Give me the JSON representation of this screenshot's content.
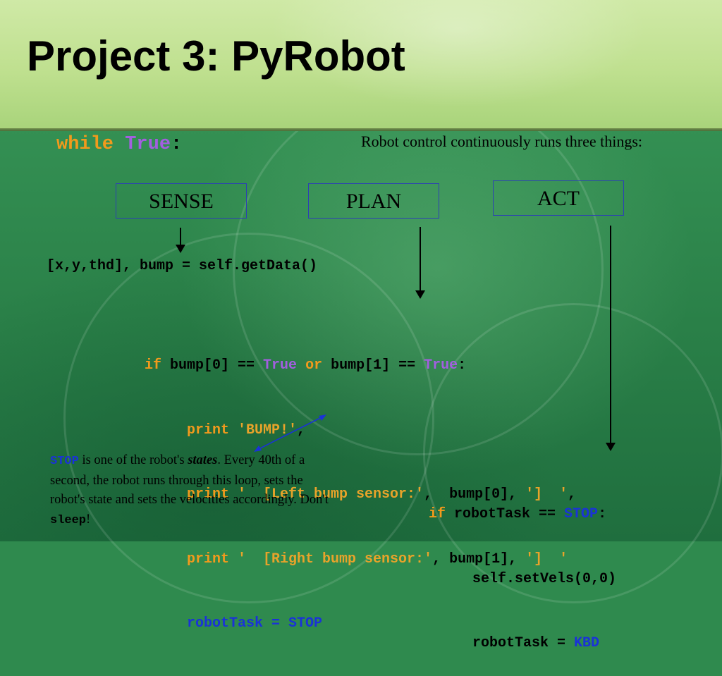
{
  "slide": {
    "title": "Project 3: PyRobot",
    "while_keyword": "while",
    "while_true": "True",
    "while_colon": ":",
    "intro_text": "Robot control continuously runs three things:",
    "boxes": {
      "sense": "SENSE",
      "plan": "PLAN",
      "act": "ACT"
    },
    "get_data_code": "[x,y,thd], bump = self.getData()",
    "if_block": {
      "if_kw": "if",
      "cond_a": " bump[0] == ",
      "true_a": "True",
      "or_kw": " or",
      "cond_b": " bump[1] == ",
      "true_b": "True",
      "colon": ":",
      "print_kw": "print",
      "print1_str": " 'BUMP!'",
      "print1_end": ",",
      "print2_str": " '  [Left bump sensor:'",
      "print2_mid": ",  bump[0], ",
      "print2_end_str": "']  '",
      "print2_end": ",",
      "print3_str": " '  [Right bump sensor:'",
      "print3_mid": ", bump[1], ",
      "print3_end_str": "']  '",
      "task_assign": "robotTask = STOP"
    },
    "act_block": {
      "if_kw": "if",
      "cond": " robotTask == ",
      "stop": "STOP",
      "colon": ":",
      "set_vels": "self.setVels(0,0)",
      "assign": "robotTask = ",
      "kbd": "KBD"
    },
    "note": {
      "stop_word": "STOP",
      "part1": " is one of the robot's ",
      "states_word": "states",
      "part2": ". Every 40th of a second, the robot runs through this loop, sets the robot's state and sets the velocities accordingly. Don't ",
      "sleep_word": "sleep",
      "part3": "!"
    }
  }
}
